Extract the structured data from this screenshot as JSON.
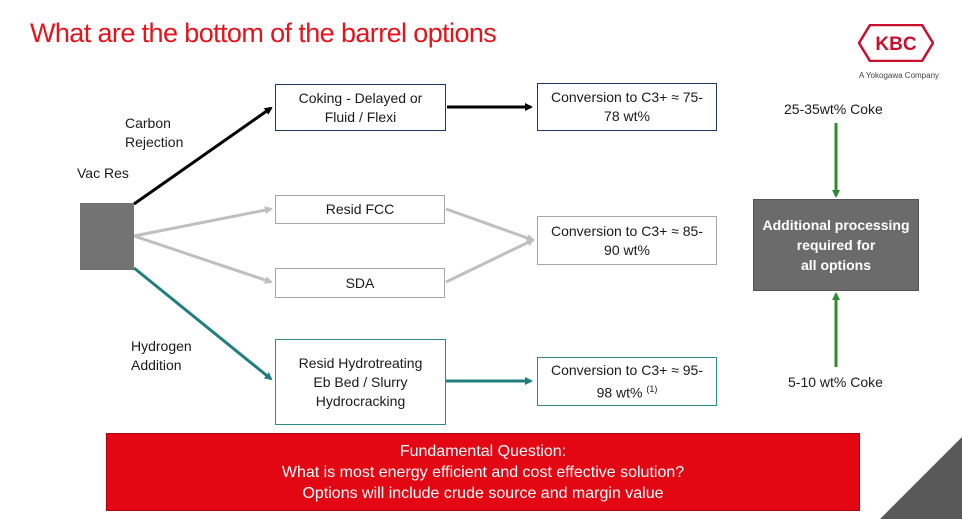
{
  "title": "What are the bottom of the barrel options",
  "logo": {
    "text": "KBC",
    "tagline": "A Yokogawa Company"
  },
  "labels": {
    "vac_res": "Vac Res",
    "carbon_rejection_line1": "Carbon",
    "carbon_rejection_line2": "Rejection",
    "hydrogen_addition_line1": "Hydrogen",
    "hydrogen_addition_line2": "Addition"
  },
  "process_boxes": {
    "coking_line1": "Coking  - Delayed or",
    "coking_line2": "Fluid / Flexi",
    "resid_fcc": "Resid FCC",
    "sda": "SDA",
    "hydro_line1": "Resid Hydrotreating",
    "hydro_line2": "Eb Bed / Slurry",
    "hydro_line3": "Hydrocracking"
  },
  "conversion_boxes": {
    "c1_line1": "Conversion to C3+ ≈ 75-",
    "c1_line2": "78 wt%",
    "c2_line1": "Conversion to C3+ ≈ 85-",
    "c2_line2": "90 wt%",
    "c3_line1": "Conversion to C3+ ≈ 95-",
    "c3_line2": "98 wt%",
    "c3_footnote": "(1)"
  },
  "side_panel": {
    "top_label": "25-35wt% Coke",
    "box_line1": "Additional processing",
    "box_line2": "required for",
    "box_line3": "all options",
    "bottom_label": "5-10 wt% Coke"
  },
  "fundamental": {
    "line1": "Fundamental Question:",
    "line2": "What is most energy efficient and cost effective solution?",
    "line3": "Options will include crude source and margin value"
  },
  "colors": {
    "title_red": "#e3141c",
    "carbon_arrow": "#000000",
    "gray_arrow": "#bfbfbf",
    "teal_arrow": "#1f7f7f",
    "green_arrow": "#2e8b2e",
    "banner_red": "#e30613"
  }
}
